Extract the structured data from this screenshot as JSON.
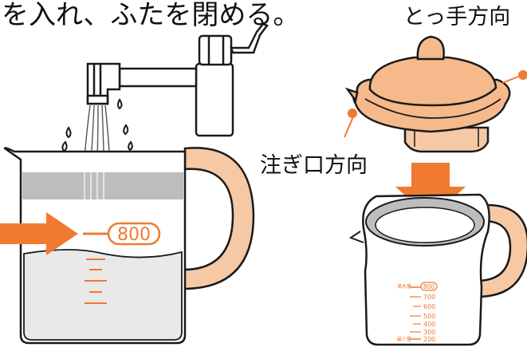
{
  "instruction": "を入れ、ふたを閉める。",
  "lid_labels": {
    "handle_direction": "とっ手方向",
    "spout_direction": "注ぎ口方向"
  },
  "pitcher_left": {
    "fill_mark": "800"
  },
  "pitcher_right": {
    "scale_top": "800",
    "scale_labels": [
      "700",
      "600",
      "500",
      "400",
      "300",
      "200"
    ],
    "max_label": "満水量",
    "min_label": "最少量"
  },
  "colors": {
    "accent": "#f07a30",
    "lid_fill": "#f6b98c",
    "handle_fill": "#f6c8a4",
    "band_gray": "#bdbdbd",
    "water": "#e9e9e9",
    "outline": "#1a1a1a"
  }
}
